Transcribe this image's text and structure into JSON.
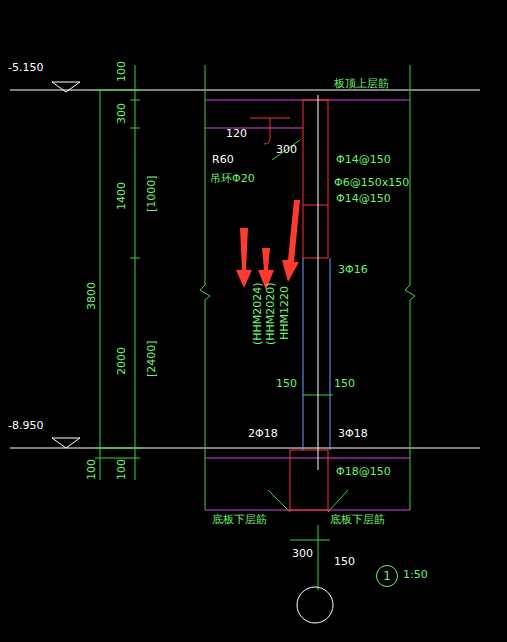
{
  "diagram": {
    "nodes": [
      {
        "text": [
          "1"
        ]
      }
    ],
    "labels": [
      "-5.150",
      "100",
      "300",
      "1400",
      "[1000]",
      "3800",
      "2000",
      "[2400]",
      "-8.950",
      "100",
      "100",
      "120",
      "R60",
      "吊环Φ20",
      "300",
      "板顶上层筋",
      "Φ14@150",
      "Φ6@150x150",
      "Φ14@150",
      "3Φ16",
      "(HHM2024)",
      "(HHM2020)",
      "HHM1220",
      "150",
      "150",
      "2Φ18",
      "3Φ18",
      "Φ18@150",
      "底板下层筋",
      "底板下层筋",
      "300",
      "150",
      "1:50"
    ]
  }
}
